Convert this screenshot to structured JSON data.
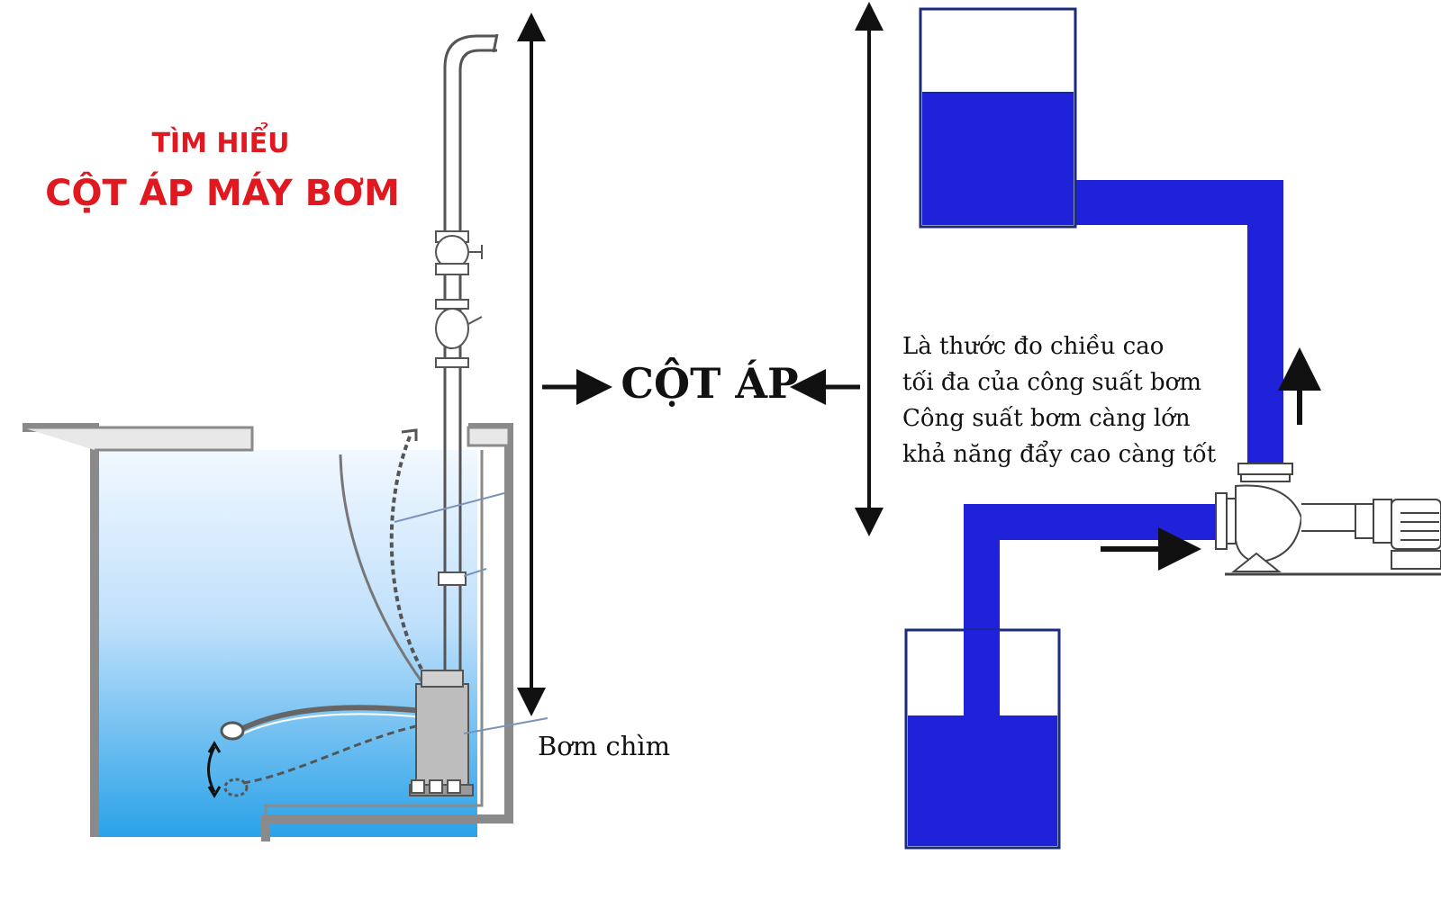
{
  "title": {
    "line1": "TÌM HIỂU",
    "line2": "CỘT ÁP MÁY BƠM"
  },
  "center_label": "CỘT ÁP",
  "pump_label": "Bơm chìm",
  "description": [
    "Là thước đo chiều cao",
    "tối đa của công suất bơm",
    "Công suất bơm càng lớn",
    "khả năng đẩy cao càng tốt"
  ],
  "colors": {
    "title_red": "#e0181f",
    "pipe_blue": "#1f22d8",
    "water_light": "#dcefff",
    "water_dark": "#2aa2e8"
  }
}
